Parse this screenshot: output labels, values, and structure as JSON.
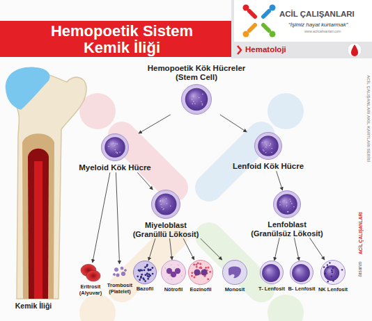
{
  "diagram": {
    "title": "Hemopoetik Sistem Kemik İliği",
    "nodes": [
      {
        "text": [
          "Hemopoetik Kök Hücreler (Stem Cell)"
        ]
      },
      {
        "text": [
          "Myeloid Kök Hücre"
        ]
      },
      {
        "text": [
          "Lenfoid Kök Hücre"
        ]
      },
      {
        "text": [
          "Miyeloblast (Granüllü Lökosit)"
        ]
      },
      {
        "text": [
          "Lenfoblast (Granülsüz Lökosit)"
        ]
      },
      {
        "text": [
          "Eritrosit (Alyuvar)"
        ]
      },
      {
        "text": [
          "Trombosit (Platelet)"
        ]
      },
      {
        "text": [
          "Bazofil"
        ]
      },
      {
        "text": [
          "Nötrofil"
        ]
      },
      {
        "text": [
          "Eozinofil"
        ]
      },
      {
        "text": [
          "Monosit"
        ]
      },
      {
        "text": [
          "T- Lenfosit"
        ]
      },
      {
        "text": [
          "B- Lenfosit"
        ]
      },
      {
        "text": [
          "NK Lenfosit"
        ]
      }
    ],
    "edges": [
      {
        "from": 0,
        "to": 1,
        "arrow": "to"
      },
      {
        "from": 0,
        "to": 2,
        "arrow": "to"
      },
      {
        "from": 1,
        "to": 3,
        "arrow": "to"
      },
      {
        "from": 1,
        "to": 5,
        "arrow": "to"
      },
      {
        "from": 1,
        "to": 6,
        "arrow": "to"
      },
      {
        "from": 3,
        "to": 7,
        "arrow": "to"
      },
      {
        "from": 3,
        "to": 8,
        "arrow": "to"
      },
      {
        "from": 3,
        "to": 9,
        "arrow": "to"
      },
      {
        "from": 3,
        "to": 10,
        "arrow": "to"
      },
      {
        "from": 2,
        "to": 4,
        "arrow": "to"
      },
      {
        "from": 4,
        "to": 11,
        "arrow": "to"
      },
      {
        "from": 4,
        "to": 12,
        "arrow": "to"
      },
      {
        "from": 4,
        "to": 13,
        "arrow": "to"
      }
    ],
    "labels": [
      "ACİL ÇALIŞANLARI",
      "“İşimiz hayat kurtarmak”",
      "www.acilcalisanlari.com",
      "Hematoloji",
      "Kemik İliği",
      "ACİL ÇALIŞANLARI AKIL KARTLARI SERİSİ",
      "tasarım",
      "ACİL ÇALIŞANLARI"
    ]
  }
}
